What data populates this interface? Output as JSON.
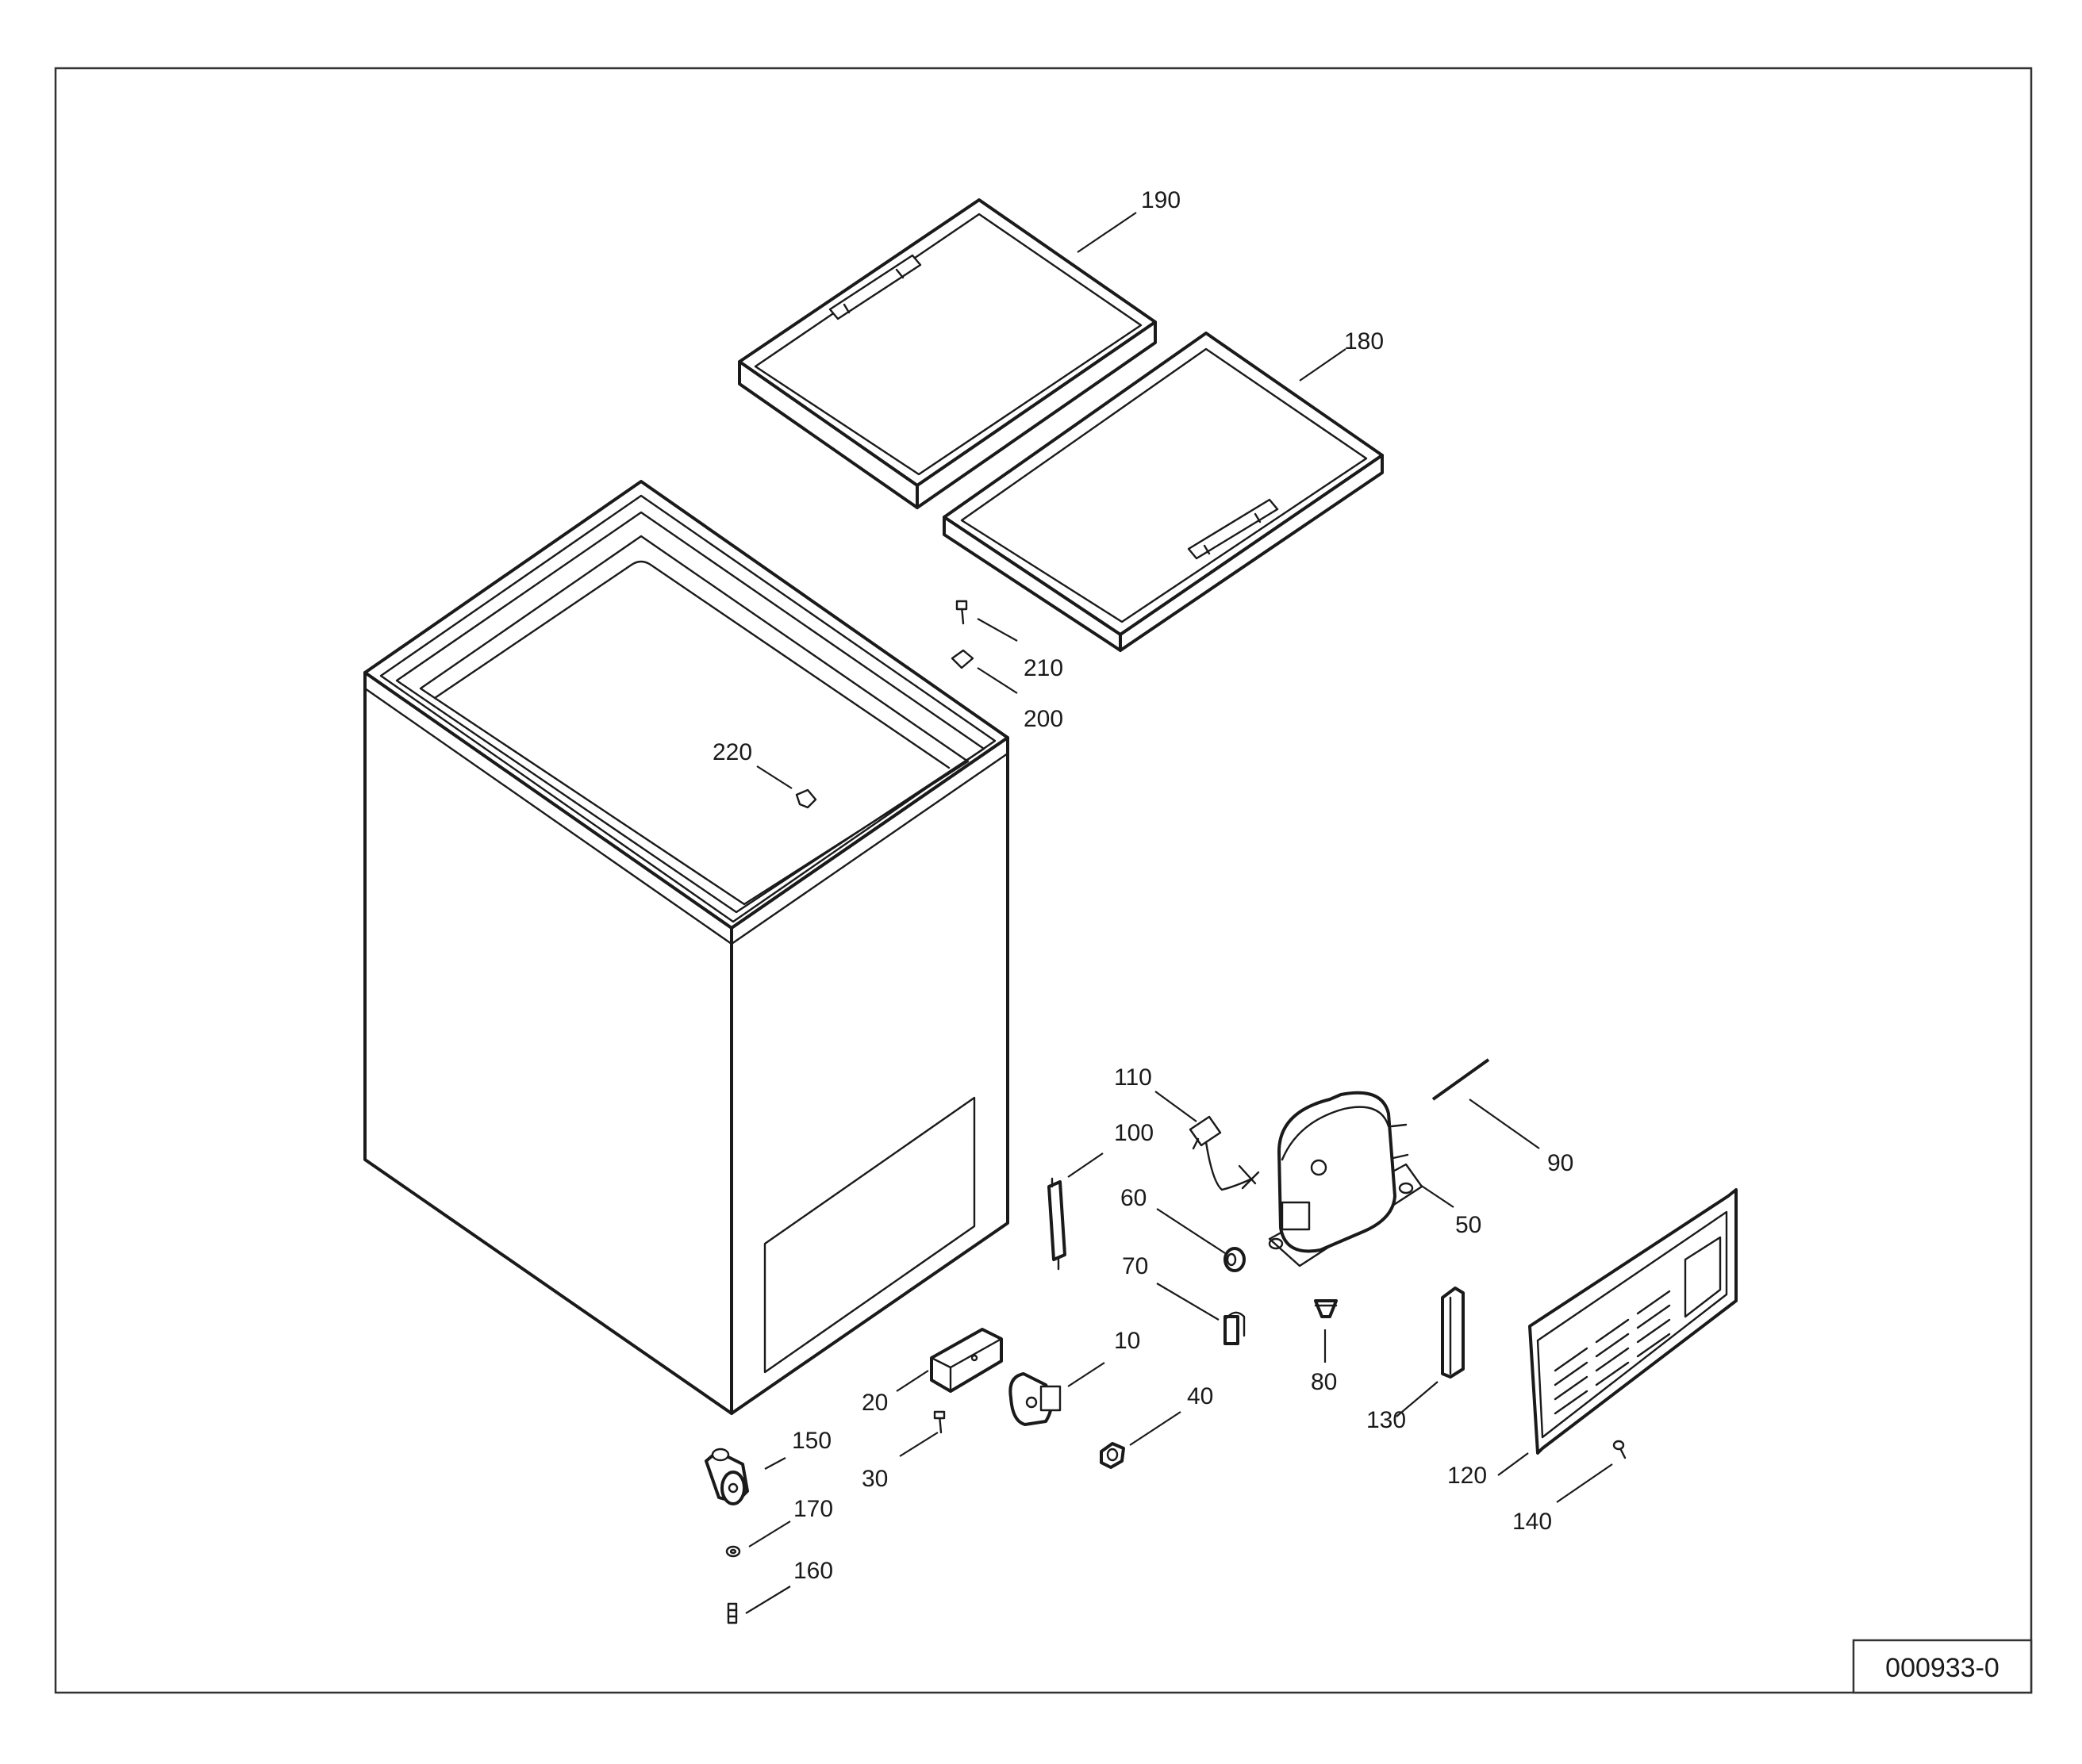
{
  "drawing_code": "000933-0",
  "parts": [
    {
      "id": "p190",
      "label": "190"
    },
    {
      "id": "p180",
      "label": "180"
    },
    {
      "id": "p210",
      "label": "210"
    },
    {
      "id": "p200",
      "label": "200"
    },
    {
      "id": "p220",
      "label": "220"
    },
    {
      "id": "p110",
      "label": "110"
    },
    {
      "id": "p100",
      "label": "100"
    },
    {
      "id": "p90",
      "label": "90"
    },
    {
      "id": "p60",
      "label": "60"
    },
    {
      "id": "p50",
      "label": "50"
    },
    {
      "id": "p70",
      "label": "70"
    },
    {
      "id": "p80",
      "label": "80"
    },
    {
      "id": "p10",
      "label": "10"
    },
    {
      "id": "p20",
      "label": "20"
    },
    {
      "id": "p40",
      "label": "40"
    },
    {
      "id": "p130",
      "label": "130"
    },
    {
      "id": "p150",
      "label": "150"
    },
    {
      "id": "p30",
      "label": "30"
    },
    {
      "id": "p120",
      "label": "120"
    },
    {
      "id": "p170",
      "label": "170"
    },
    {
      "id": "p140",
      "label": "140"
    },
    {
      "id": "p160",
      "label": "160"
    }
  ]
}
